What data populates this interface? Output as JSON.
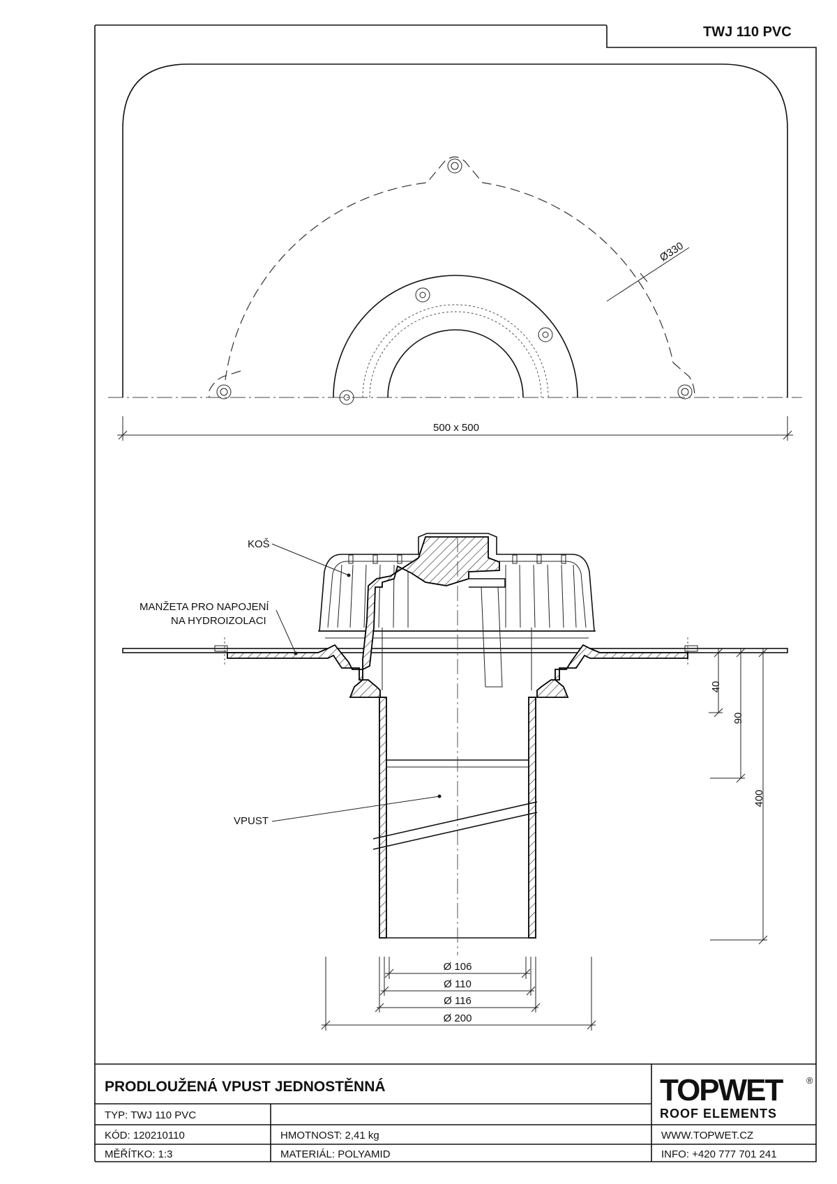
{
  "header": {
    "code": "TWJ 110 PVC"
  },
  "top_view": {
    "size_label": "500 x 500",
    "diameter_label": "Ø330"
  },
  "labels": {
    "kos": "KOŠ",
    "manzeta_1": "MANŽETA PRO NAPOJENÍ",
    "manzeta_2": "NA HYDROIZOLACI",
    "vpust": "VPUST"
  },
  "dimensions": {
    "d40": "40",
    "d90": "90",
    "d400": "400",
    "d106": "Ø 106",
    "d110": "Ø 110",
    "d116": "Ø 116",
    "d200": "Ø 200"
  },
  "title_block": {
    "title": "PRODLOUŽENÁ VPUST JEDNOSTĚNNÁ",
    "typ": "TYP: TWJ 110 PVC",
    "kod": "KÓD: 120210110",
    "meritko": "MĚŘÍTKO: 1:3",
    "hmotnost": "HMOTNOST:  2,41 kg",
    "material": "MATERIÁL: POLYAMID",
    "web": "WWW.TOPWET.CZ",
    "info": "INFO: +420 777 701 241",
    "logo_top": "TOPWET",
    "logo_reg": "®",
    "logo_bottom": "ROOF ELEMENTS"
  }
}
